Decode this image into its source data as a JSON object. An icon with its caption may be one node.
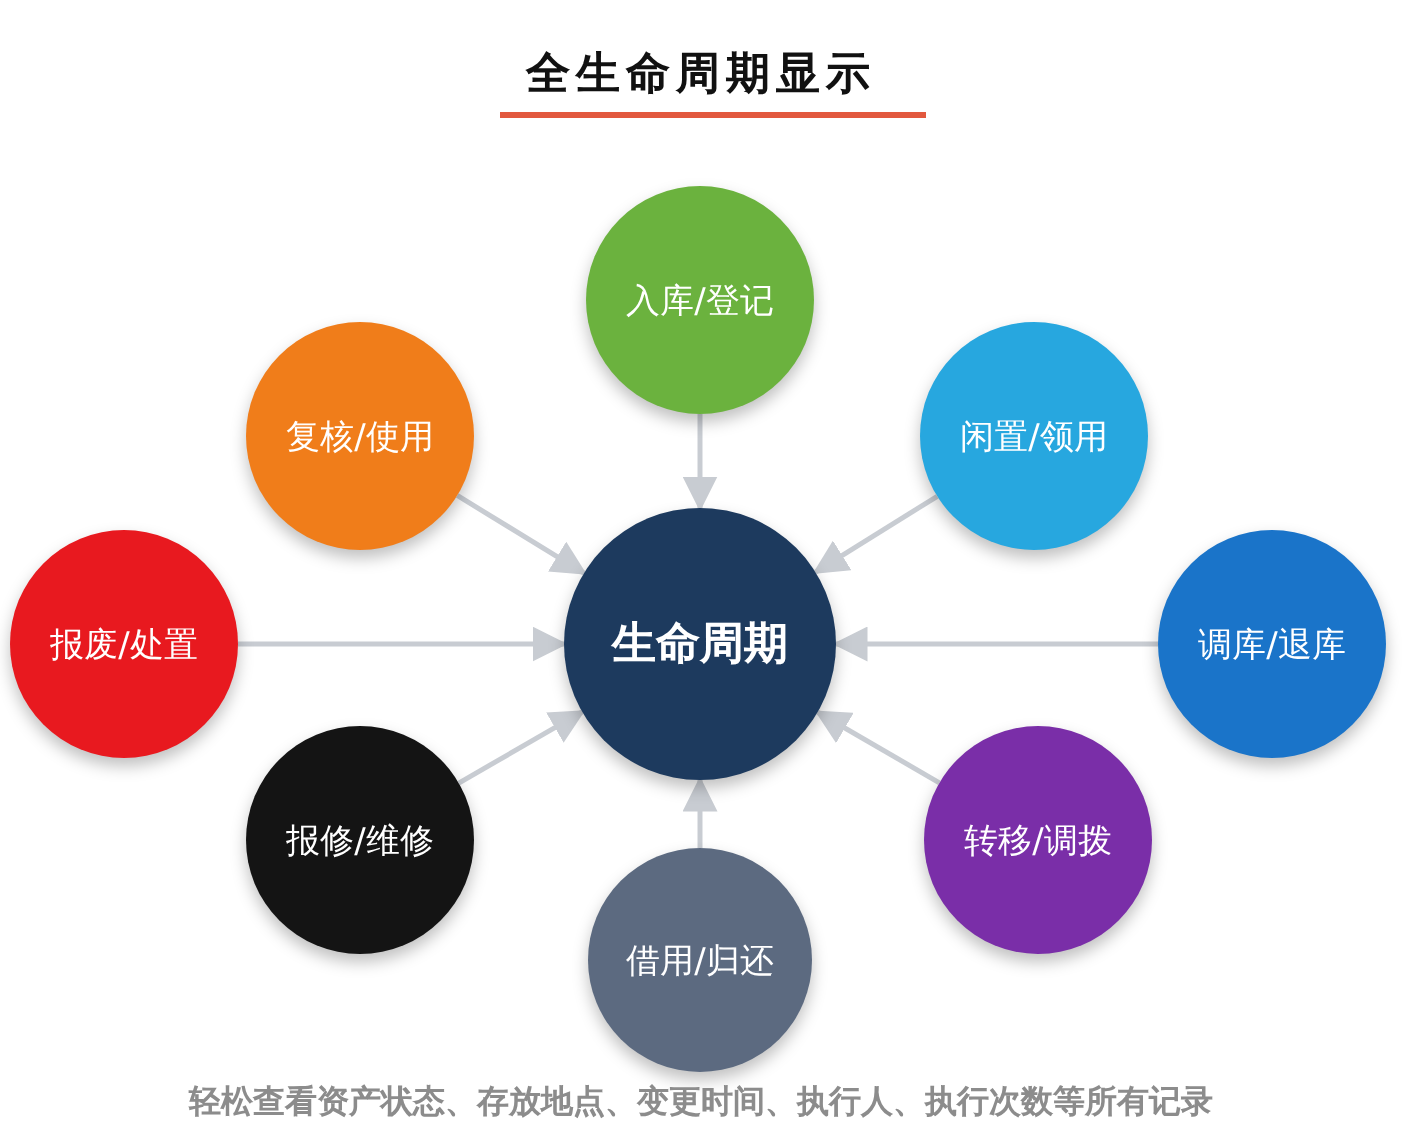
{
  "diagram": {
    "title": "全生命周期显示",
    "caption": "轻松查看资产状态、存放地点、变更时间、执行人、执行次数等所有记录",
    "nodes": [
      {
        "text": [
          "入库/登记"
        ]
      },
      {
        "text": [
          "复核/使用"
        ]
      },
      {
        "text": [
          "闲置/领用"
        ]
      },
      {
        "text": [
          "报废/处置"
        ]
      },
      {
        "text": [
          "生命周期"
        ]
      },
      {
        "text": [
          "调库/退库"
        ]
      },
      {
        "text": [
          "报修/维修"
        ]
      },
      {
        "text": [
          "转移/调拨"
        ]
      },
      {
        "text": [
          "借用/归还"
        ]
      }
    ],
    "edges": [
      {
        "from": 0,
        "to": 4,
        "arrow": "to"
      },
      {
        "from": 1,
        "to": 4,
        "arrow": "to"
      },
      {
        "from": 2,
        "to": 4,
        "arrow": "to"
      },
      {
        "from": 3,
        "to": 4,
        "arrow": "to"
      },
      {
        "from": 5,
        "to": 4,
        "arrow": "to"
      },
      {
        "from": 6,
        "to": 4,
        "arrow": "to"
      },
      {
        "from": 7,
        "to": 4,
        "arrow": "to"
      },
      {
        "from": 8,
        "to": 4,
        "arrow": "to"
      }
    ]
  }
}
